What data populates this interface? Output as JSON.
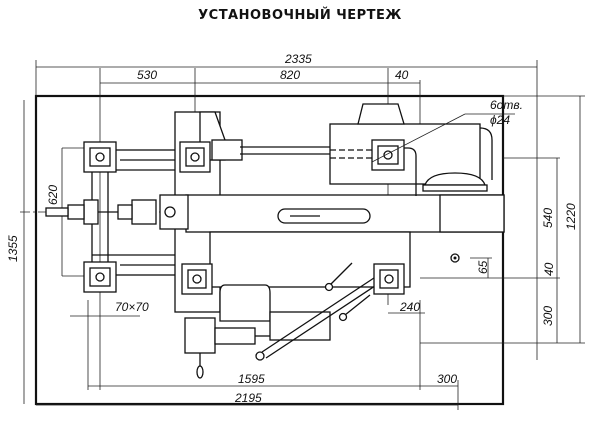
{
  "title": "УСТАНОВОЧНЫЙ ЧЕРТЕЖ",
  "dimensions": {
    "overall_top": "2335",
    "d530": "530",
    "d820": "820",
    "d40_top": "40",
    "holes_count": "6отв.",
    "holes_diameter": "ϕ24",
    "d1355": "1355",
    "d620": "620",
    "d540": "540",
    "d1220": "1220",
    "d65": "65",
    "d40_right": "40",
    "d300_right": "300",
    "d240": "240",
    "pad_size": "70×70",
    "d1595": "1595",
    "d300_bottom": "300",
    "d2195": "2195"
  }
}
